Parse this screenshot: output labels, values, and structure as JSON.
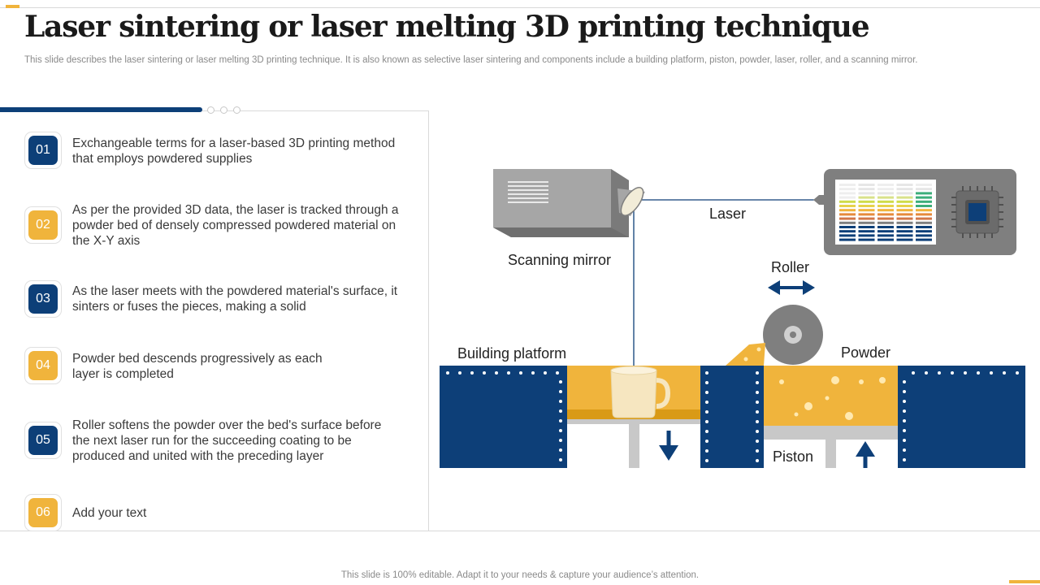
{
  "header": {
    "title": "Laser sintering or laser melting 3D printing technique",
    "subtitle": "This slide describes the laser sintering or laser melting 3D printing technique. It is also known as selective laser sintering and components include a building platform, piston, powder, laser, roller, and a scanning mirror."
  },
  "steps": [
    {
      "number": "01",
      "text": "Exchangeable terms for a laser-based 3D printing method that employs powdered supplies",
      "color": "#0d3f78"
    },
    {
      "number": "02",
      "text": "As per the provided 3D data, the laser is tracked through  a powder bed of densely  compressed powdered material on the X-Y axis",
      "color": "#f0b43c"
    },
    {
      "number": "03",
      "text": "As the laser meets with the powdered material's surface, it sinters or fuses the pieces, making a solid",
      "color": "#0d3f78"
    },
    {
      "number": "04",
      "text": "Powder bed descends progressively as each layer is completed",
      "color": "#f0b43c"
    },
    {
      "number": "05",
      "text": "Roller softens the powder over the bed's surface before the next laser run for the succeeding coating to be produced and united with the preceding layer",
      "color": "#0d3f78"
    },
    {
      "number": "06",
      "text": "Add your text",
      "color": "#f0b43c"
    }
  ],
  "diagram": {
    "labels": {
      "scanning_mirror": "Scanning mirror",
      "laser": "Laser",
      "roller": "Roller",
      "building_platform": "Building platform",
      "powder": "Powder",
      "piston": "Piston"
    },
    "colors": {
      "navy": "#0d3f78",
      "powder_yellow": "#f0b43c",
      "grey": "#a6a6a6",
      "dark_grey": "#7f7f7f"
    }
  },
  "footer": {
    "text": "This slide is 100% editable. Adapt it to your needs & capture your audience’s attention."
  }
}
